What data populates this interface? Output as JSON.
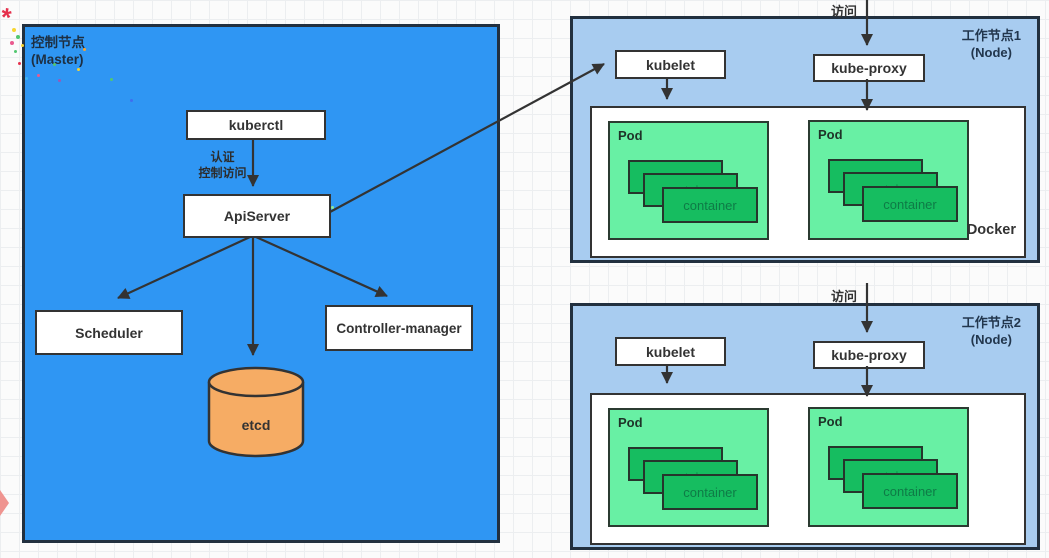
{
  "palette": {
    "master_bg": "#2f96f3",
    "node_bg": "#a8ccf0",
    "pod_bg": "#68f0a4",
    "container_bg": "#16bd60",
    "etcd_bg": "#f6ac64",
    "box_bg": "#ffffff",
    "border_dark": "#333333",
    "canvas_bg": "#fbfbfb"
  },
  "master": {
    "title_line1": "控制节点",
    "title_line2": "(Master)",
    "kuberctl_label": "kuberctl",
    "auth_line1": "认证",
    "auth_line2": "控制访问",
    "apiserver_label": "ApiServer",
    "scheduler_label": "Scheduler",
    "controller_manager_label": "Controller-manager",
    "etcd_label": "etcd"
  },
  "nodes": [
    {
      "title_line1": "工作节点1",
      "title_line2": "(Node)",
      "access_label": "访问",
      "kubelet_label": "kubelet",
      "kube_proxy_label": "kube-proxy",
      "docker_label": "Docker",
      "pods": [
        {
          "label": "Pod",
          "container_label": "container"
        },
        {
          "label": "Pod",
          "container_label": "container"
        }
      ]
    },
    {
      "title_line1": "工作节点2",
      "title_line2": "(Node)",
      "access_label": "访问",
      "kubelet_label": "kubelet",
      "kube_proxy_label": "kube-proxy",
      "docker_label": "",
      "pods": [
        {
          "label": "Pod",
          "container_label": "container"
        },
        {
          "label": "Pod",
          "container_label": "container"
        }
      ]
    }
  ]
}
